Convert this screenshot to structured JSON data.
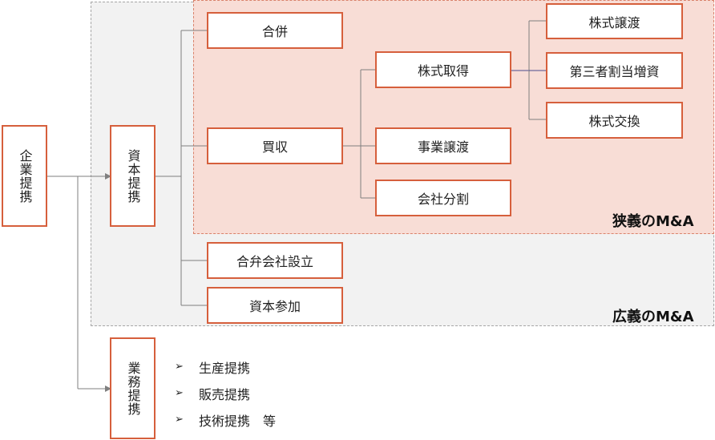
{
  "nodes": {
    "kigyo_teikei": "企業提携",
    "shihon_teikei": "資本提携",
    "gyomu_teikei": "業務提携",
    "gappei": "合併",
    "baishu": "買収",
    "kabushiki_shutoku": "株式取得",
    "jigyo_joto": "事業譲渡",
    "kaisha_bunkatsu": "会社分割",
    "kabushiki_joto": "株式譲渡",
    "daisansha": "第三者割当増資",
    "kabushiki_kokan": "株式交換",
    "gouben": "合弁会社設立",
    "shihon_sanka": "資本参加"
  },
  "regions": {
    "narrow_label": "狭義のM&A",
    "broad_label": "広義のM&A"
  },
  "bullets": [
    {
      "marker": "➢",
      "text": "生産提携"
    },
    {
      "marker": "➢",
      "text": "販売提携"
    },
    {
      "marker": "➢",
      "text": "技術提携　等"
    }
  ],
  "colors": {
    "box_border": "#d65f3c",
    "narrow_fill": "#f8ddd6",
    "broad_fill": "#f2f2f2"
  }
}
